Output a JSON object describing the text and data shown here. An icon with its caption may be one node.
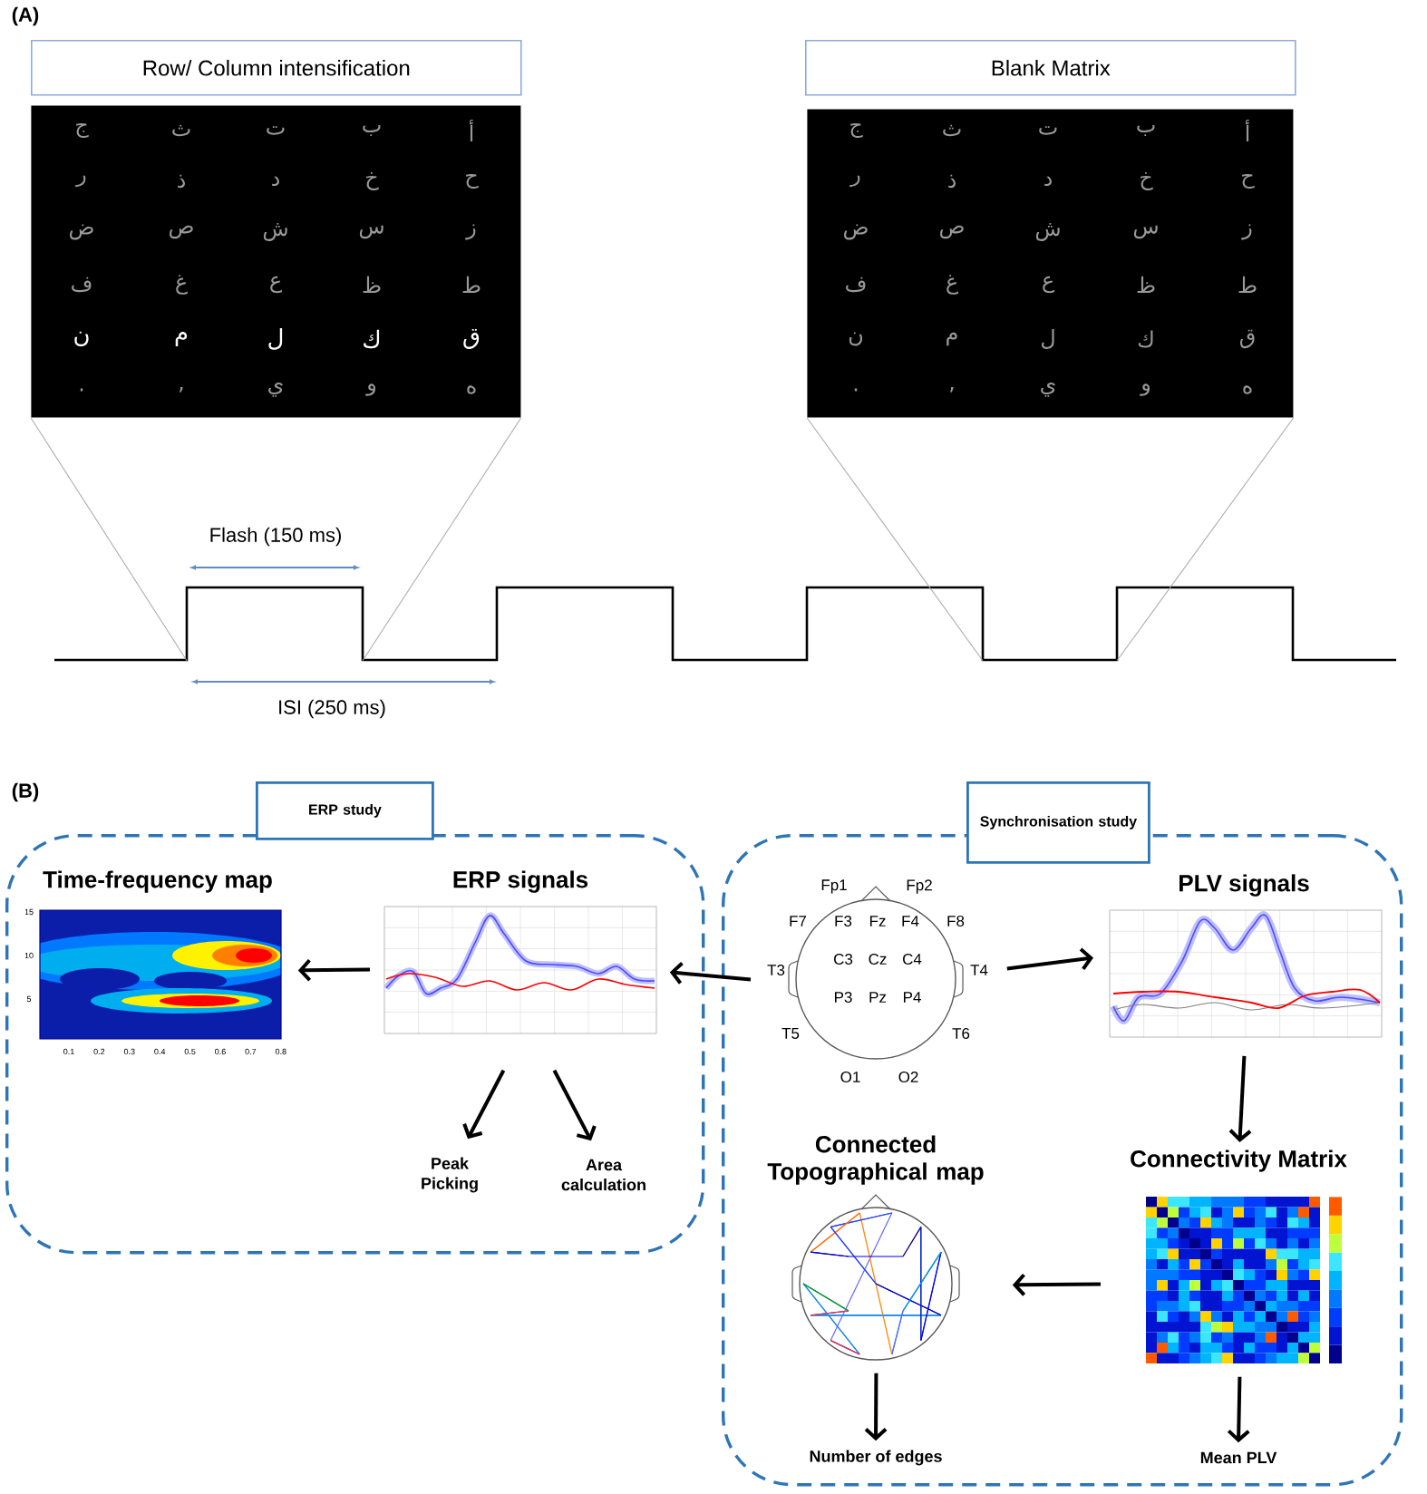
{
  "diagram": {
    "nodes": [
      {
        "text": [
          "Row/ Column intensification"
        ]
      },
      {
        "text": [
          "Blank Matrix"
        ]
      },
      {
        "text": [
          "ERP study"
        ]
      },
      {
        "text": [
          "Synchronisation study"
        ]
      },
      {
        "text": [
          "Time-frequency map"
        ],
        "in": 2,
        "beside": [
          "15",
          "10",
          "5",
          "0.1",
          "0.2",
          "0.3",
          "0.4",
          "0.5",
          "0.6",
          "0.7",
          "0.8"
        ]
      },
      {
        "text": [
          "ERP signals"
        ],
        "in": 2
      },
      {
        "text": [
          "Peak Picking"
        ],
        "in": 2
      },
      {
        "text": [
          "Area calculation"
        ],
        "in": 2
      },
      {
        "text": [
          "Fp1",
          "Fp2",
          "F7",
          "F3",
          "Fz",
          "F4",
          "F8",
          "T3",
          "C3",
          "Cz",
          "C4",
          "T4",
          "P3",
          "Pz",
          "P4",
          "T5",
          "T6",
          "O1",
          "O2"
        ],
        "in": 3
      },
      {
        "text": [
          "PLV signals"
        ],
        "in": 3
      },
      {
        "text": [
          "Connectivity Matrix"
        ],
        "in": 3
      },
      {
        "text": [
          "Connected Topographical map"
        ],
        "in": 3
      },
      {
        "text": [
          "Number of edges"
        ],
        "in": 3
      },
      {
        "text": [
          "Mean PLV"
        ],
        "in": 3
      },
      {
        "text": [
          "ج",
          "ث",
          "ت",
          "ب",
          "أ",
          "ر",
          "ذ",
          "د",
          "خ",
          "ح",
          "ض",
          "ص",
          "ش",
          "س",
          "ز",
          "ف",
          "غ",
          "ع",
          "ظ",
          "ط",
          "ن",
          "م",
          "ل",
          "ك",
          "ق",
          ".",
          ",",
          "ي",
          "و",
          "ه"
        ]
      },
      {
        "text": [
          "ج",
          "ث",
          "ت",
          "ب",
          "أ",
          "ر",
          "ذ",
          "د",
          "خ",
          "ح",
          "ض",
          "ص",
          "ش",
          "س",
          "ز",
          "ف",
          "غ",
          "ع",
          "ظ",
          "ط",
          "ن",
          "م",
          "ل",
          "ك",
          "ق",
          ".",
          ",",
          "ي",
          "و",
          "ه"
        ]
      },
      {
        "text": [],
        "shape": "waveform"
      }
    ],
    "edges": [
      {
        "from": 8,
        "to": 5,
        "arrow": "to"
      },
      {
        "from": 5,
        "to": 4,
        "arrow": "to"
      },
      {
        "from": 5,
        "to": 6,
        "arrow": "to"
      },
      {
        "from": 5,
        "to": 7,
        "arrow": "to"
      },
      {
        "from": 8,
        "to": 9,
        "arrow": "to"
      },
      {
        "from": 9,
        "to": 10,
        "arrow": "to"
      },
      {
        "from": 10,
        "to": 11,
        "arrow": "to"
      },
      {
        "from": 11,
        "to": 12,
        "arrow": "to"
      },
      {
        "from": 10,
        "to": 13,
        "arrow": "to"
      },
      {
        "from": 14,
        "to": 16,
        "arrow": "none",
        "color": "#a6a6a6"
      },
      {
        "from": 14,
        "to": 16,
        "arrow": "none",
        "color": "#a6a6a6"
      },
      {
        "from": 15,
        "to": 16,
        "arrow": "none",
        "color": "#a6a6a6"
      },
      {
        "from": 15,
        "to": 16,
        "arrow": "none",
        "color": "#a6a6a6"
      }
    ],
    "labels": [
      "(A)",
      "Flash (150 ms)",
      "ISI (250 ms)",
      "(B)"
    ]
  }
}
